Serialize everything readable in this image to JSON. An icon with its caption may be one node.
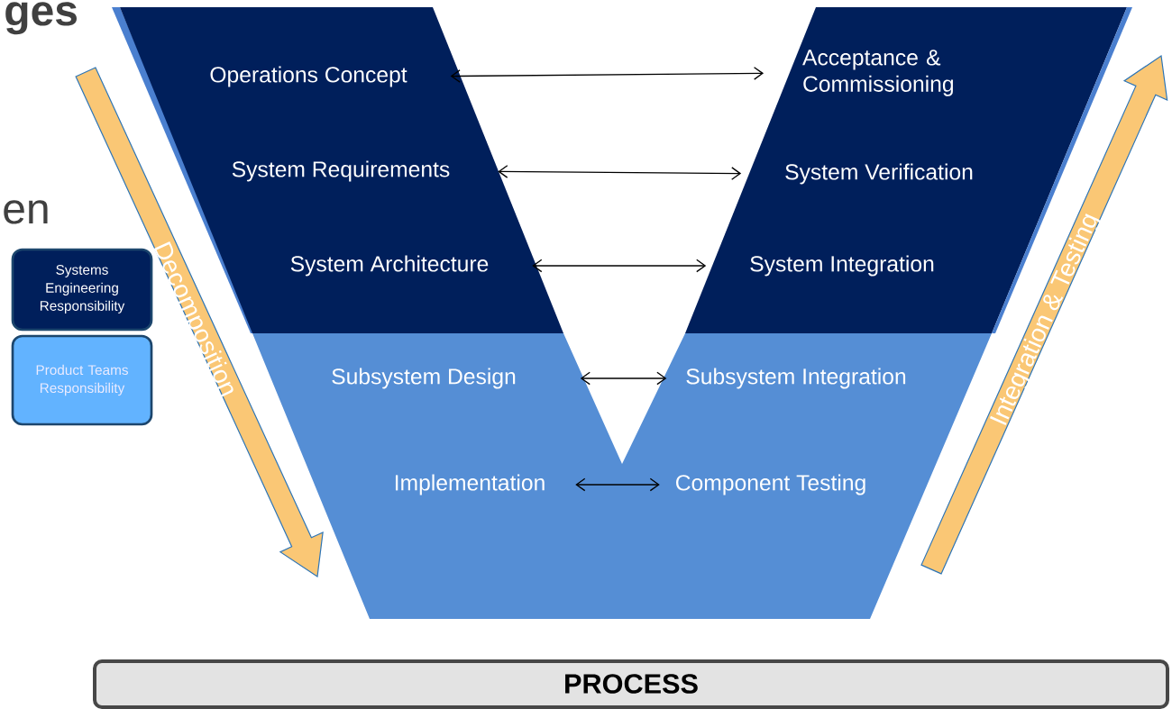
{
  "diagram": {
    "nodes": [
      {
        "text": [
          "Operations Concept"
        ]
      },
      {
        "text": [
          "Acceptance & Commissioning"
        ]
      },
      {
        "text": [
          "System Requirements"
        ]
      },
      {
        "text": [
          "System Verification"
        ]
      },
      {
        "text": [
          "System Architecture"
        ]
      },
      {
        "text": [
          "System Integration"
        ]
      },
      {
        "text": [
          "Subsystem Design"
        ]
      },
      {
        "text": [
          "Subsystem Integration"
        ]
      },
      {
        "text": [
          "Implementation"
        ]
      },
      {
        "text": [
          "Component Testing"
        ]
      },
      {
        "text": [
          "PROCESS"
        ]
      }
    ],
    "edges": [
      {
        "from": 0,
        "to": 1,
        "arrow": "both"
      },
      {
        "from": 2,
        "to": 3,
        "arrow": "both"
      },
      {
        "from": 4,
        "to": 5,
        "arrow": "both"
      },
      {
        "from": 6,
        "to": 7,
        "arrow": "both"
      },
      {
        "from": 8,
        "to": 9,
        "arrow": "both"
      }
    ],
    "labels": [
      "ges",
      "en",
      "Decomposition",
      "Integration & Testing"
    ],
    "legend": [
      {
        "text": "Systems Engineering Responsibility",
        "color": "#001f5b"
      },
      {
        "text": "Product Teams Responsibility",
        "color": "#62b3ff"
      }
    ]
  }
}
